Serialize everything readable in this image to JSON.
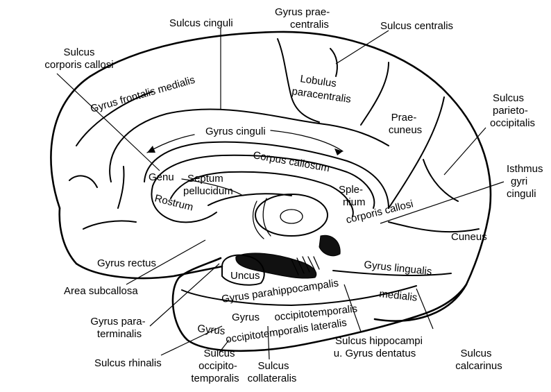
{
  "labels": {
    "gyrus_praecentralis_1": "Gyrus prae-",
    "gyrus_praecentralis_2": "centralis",
    "sulcus_cinguli": "Sulcus cinguli",
    "sulcus_centralis": "Sulcus centralis",
    "sulcus_corporis_callosi_1": "Sulcus",
    "sulcus_corporis_callosi_2": "corporis callosi",
    "gyrus_frontalis_medialis": "Gyrus frontalis medialis",
    "lobulus_1": "Lobulus",
    "lobulus_2": "paracentralis",
    "sulcus_parieto_1": "Sulcus",
    "sulcus_parieto_2": "parieto-",
    "sulcus_parieto_3": "occipitalis",
    "praecuneus_1": "Prae-",
    "praecuneus_2": "cuneus",
    "gyrus_cinguli": "Gyrus cinguli",
    "corpus_callosum": "Corpus callosum",
    "isthmus_1": "Isthmus",
    "isthmus_2": "gyri",
    "isthmus_3": "cinguli",
    "genu": "Genu",
    "septum_1": "Septum",
    "septum_2": "pellucidum",
    "splenium_1": "Sple-",
    "splenium_2": "nium",
    "rostrum": "Rostrum",
    "corporis_callosi": "corporis callosi",
    "cuneus": "Cuneus",
    "gyrus_rectus": "Gyrus rectus",
    "gyrus_parahippocampalis": "Gyrus parahippocampalis",
    "gyrus_lingualis": "Gyrus lingualis",
    "uncus": "Uncus",
    "area_subcallosa": "Area subcallosa",
    "medialis": "medialis",
    "gyrus_occipitotemporalis_1": "Gyrus",
    "gyrus_occipitotemporalis_2": "occipitotemporalis",
    "gyrus_paraterminalis_1": "Gyrus para-",
    "gyrus_paraterminalis_2": "terminalis",
    "gyrus_occ_lat_1": "Gyrus",
    "gyrus_occ_lat_2": "occipitotemporalis lateralis",
    "sulcus_rhinalis": "Sulcus rhinalis",
    "sulcus_occipitotemporalis_1": "Sulcus",
    "sulcus_occipitotemporalis_2": "occipito-",
    "sulcus_occipitotemporalis_3": "temporalis",
    "sulcus_collateralis_1": "Sulcus",
    "sulcus_collateralis_2": "collateralis",
    "sulcus_hippocampi_1": "Sulcus hippocampi",
    "sulcus_hippocampi_2": "u. Gyrus dentatus",
    "sulcus_calcarinus_1": "Sulcus",
    "sulcus_calcarinus_2": "calcarinus"
  }
}
